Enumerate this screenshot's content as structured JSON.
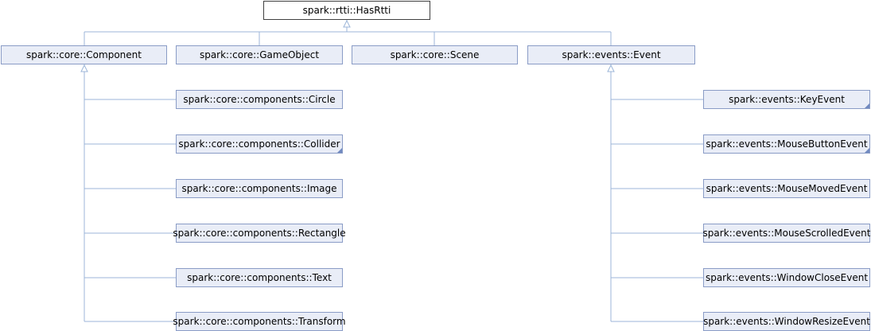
{
  "root": {
    "label": "spark::rtti::HasRtti"
  },
  "level1": [
    {
      "label": "spark::core::Component"
    },
    {
      "label": "spark::core::GameObject"
    },
    {
      "label": "spark::core::Scene"
    },
    {
      "label": "spark::events::Event"
    }
  ],
  "components": [
    {
      "label": "spark::core::components::Circle",
      "has_subclasses": false
    },
    {
      "label": "spark::core::components::Collider",
      "has_subclasses": true
    },
    {
      "label": "spark::core::components::Image",
      "has_subclasses": false
    },
    {
      "label": "spark::core::components::Rectangle",
      "has_subclasses": false
    },
    {
      "label": "spark::core::components::Text",
      "has_subclasses": false
    },
    {
      "label": "spark::core::components::Transform",
      "has_subclasses": false
    }
  ],
  "events": [
    {
      "label": "spark::events::KeyEvent",
      "has_subclasses": true
    },
    {
      "label": "spark::events::MouseButtonEvent",
      "has_subclasses": true
    },
    {
      "label": "spark::events::MouseMovedEvent",
      "has_subclasses": false
    },
    {
      "label": "spark::events::MouseScrolledEvent",
      "has_subclasses": false
    },
    {
      "label": "spark::events::WindowCloseEvent",
      "has_subclasses": false
    },
    {
      "label": "spark::events::WindowResizeEvent",
      "has_subclasses": false
    }
  ],
  "colors": {
    "edge": "#9cb6d8",
    "node_fill": "#e9edf7",
    "node_border": "#8a9cc6"
  }
}
